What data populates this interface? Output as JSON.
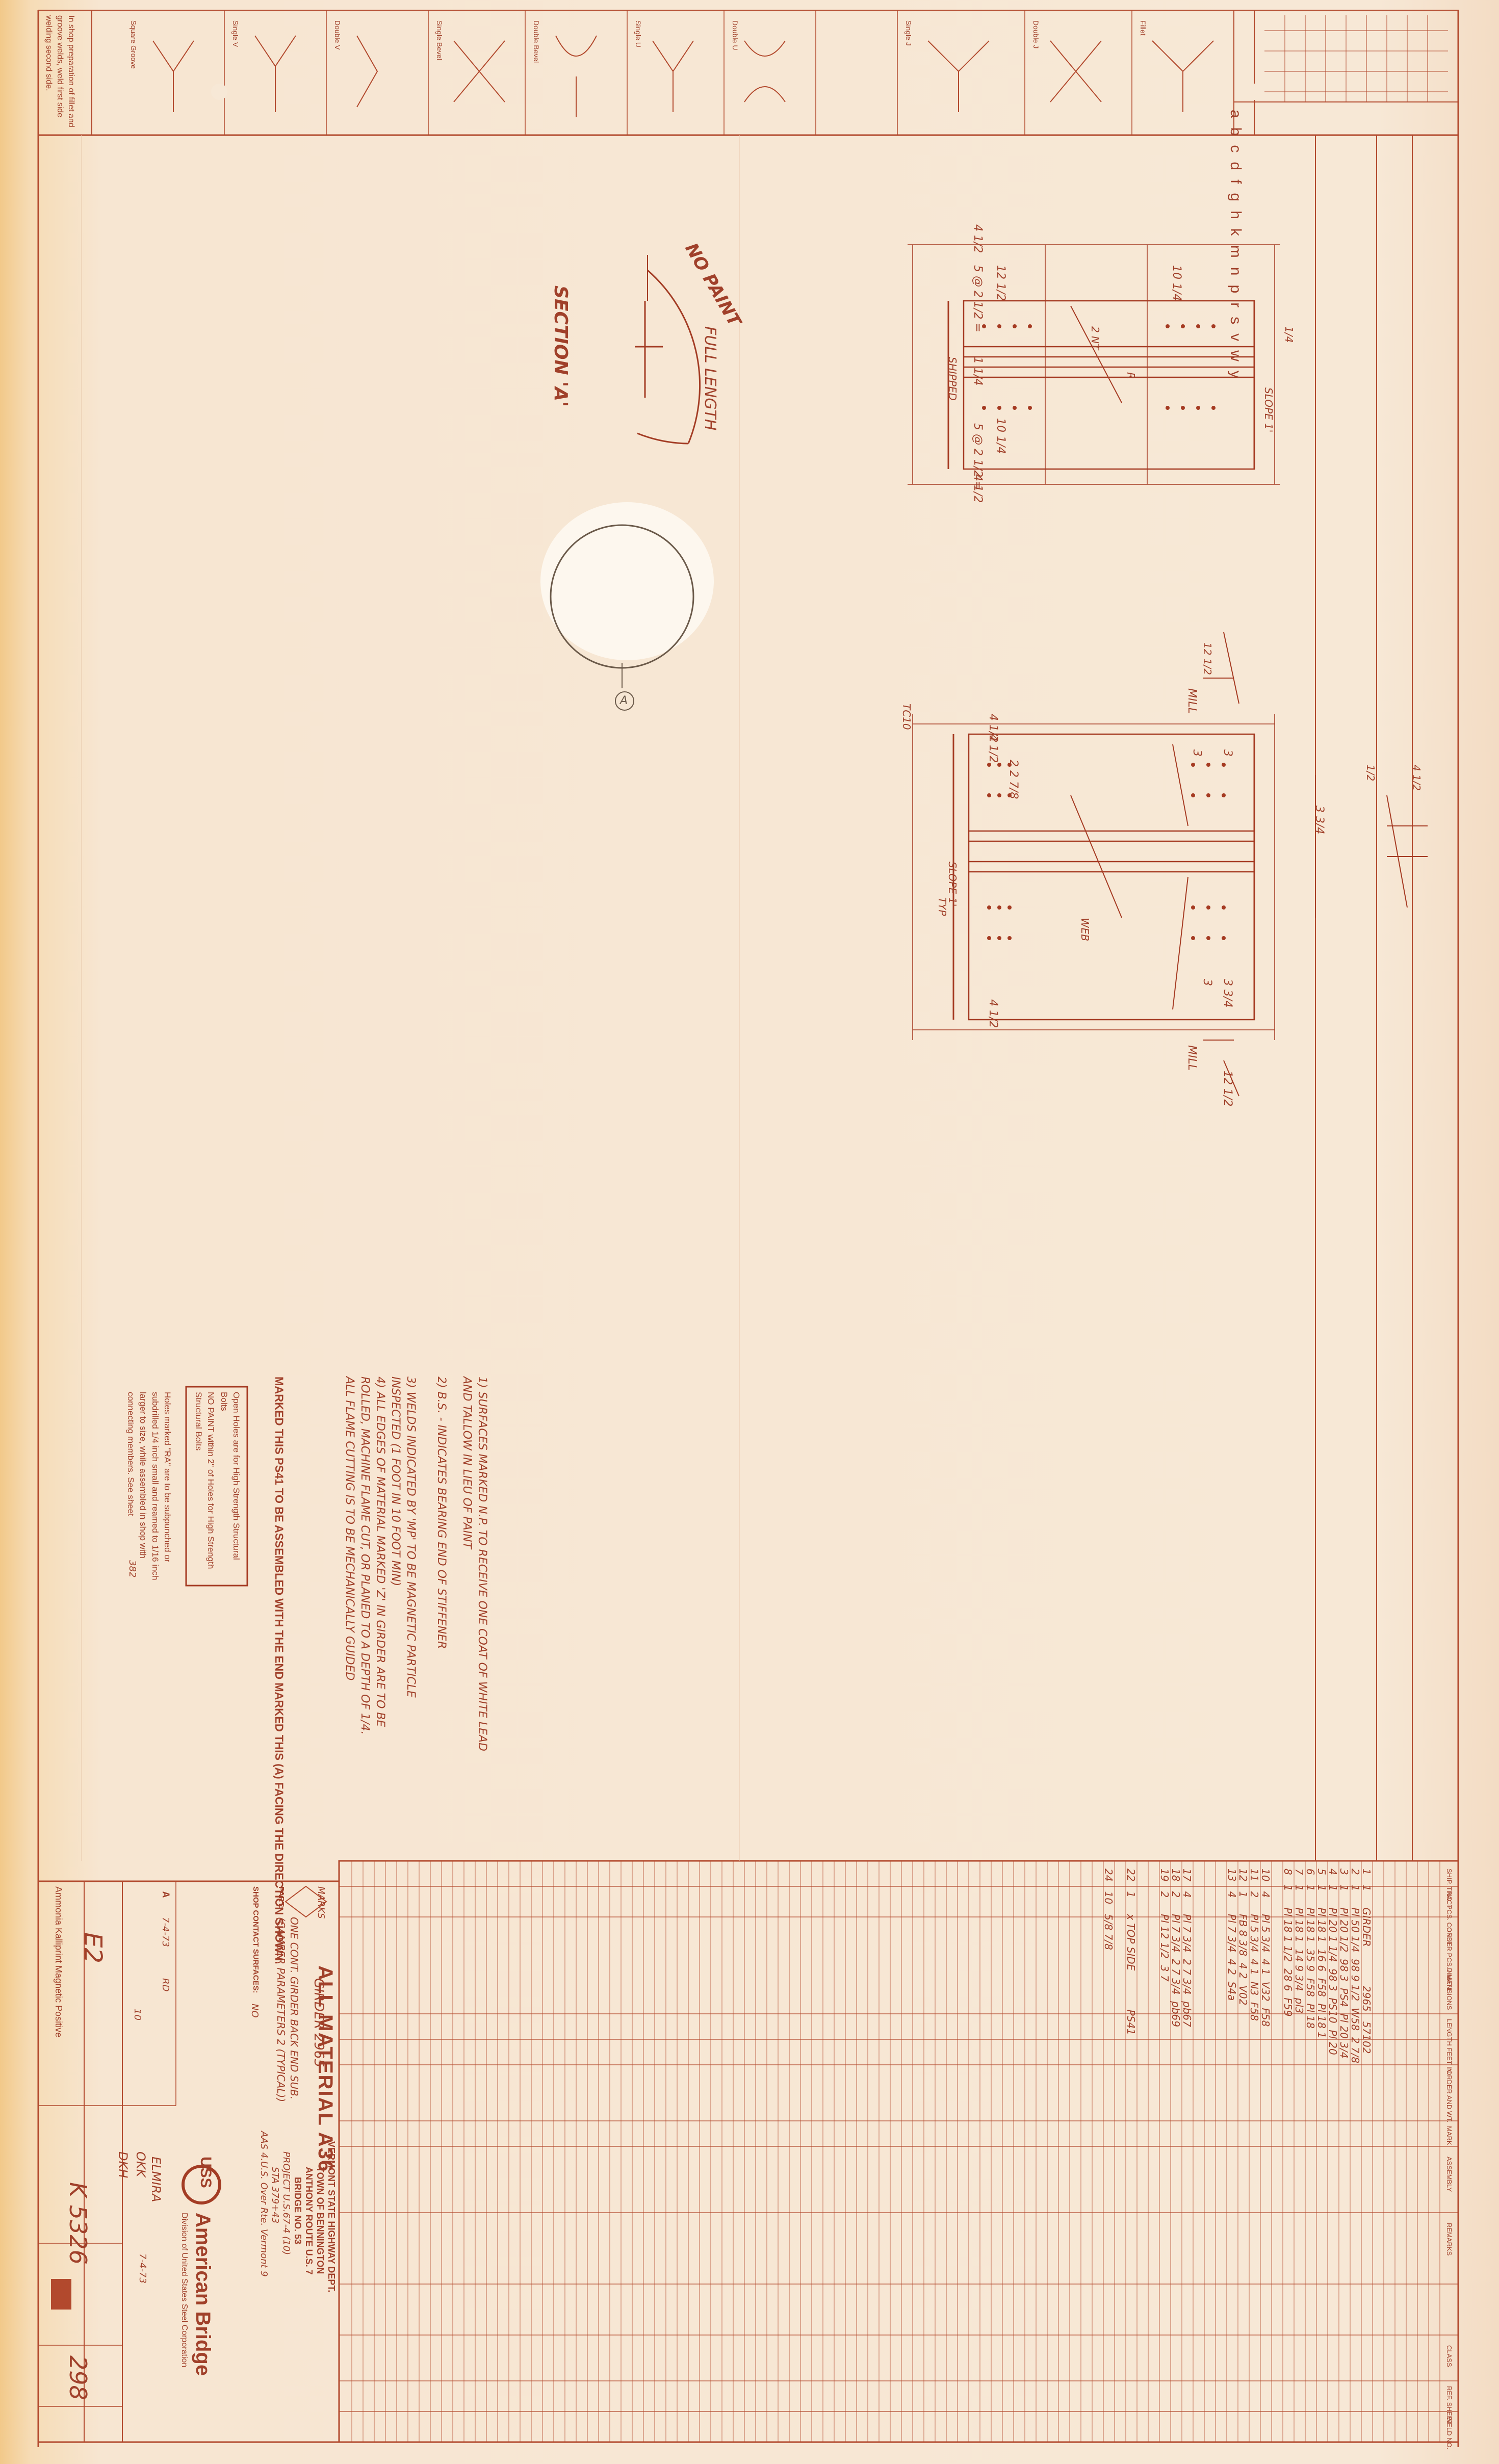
{
  "sheet": {
    "number": "298",
    "order_no": "K 5326",
    "erection_mark": "E2",
    "ink_color": "#9a3b22",
    "paper_color": "#f6e4cf"
  },
  "section": {
    "title": "SECTION 'A'",
    "note_top": "NO PAINT",
    "note_side": "FULL LENGTH",
    "detail_mark": "A"
  },
  "notes": {
    "items": [
      "1) SURFACES MARKED N.P. TO RECEIVE ONE COAT OF WHITE LEAD AND TALLOW IN LIEU OF PAINT",
      "2) B.S. - INDICATES BEARING END OF STIFFENER",
      "3) WELDS INDICATED BY 'MP' TO BE MAGNETIC PARTICLE INSPECTED (1 FOOT IN 10 FOOT MIN)",
      "4) ALL EDGES OF MATERIAL MARKED 'Z' IN GIRDER ARE TO BE ROLLED, MACHINE FLAME CUT, OR PLANED TO A DEPTH OF 1/4. ALL FLAME CUTTING IS TO BE MECHANICALLY GUIDED"
    ],
    "assembly_label": "MARKED THIS",
    "assembly_mark": "PS41",
    "assembly_text": "TO BE ASSEMBLED WITH THE END MARKED THIS (A) FACING THE DIRECTION SHOWN."
  },
  "bolt_box": {
    "lines": [
      "Open Holes are for High Strength Structural Bolts",
      "NO PAINT within 2\" of Holes for High Strength Structural Bolts",
      "Holes marked \"RA\" are to be subpunched or subdrilled 1/4 inch small and reamed to 1/16 inch larger to size, while assembled in shop with connecting members. See sheet"
    ],
    "sheet_ref": "382"
  },
  "material": {
    "header": [
      "SHIP. TRACT",
      "NO. PCS. CONST.",
      "ORDER PCS. / MAT'L",
      "DIMENSIONS",
      "LENGTH FEET IN.",
      "ORDER AND WT.",
      "MARK",
      "ASSEMBLY",
      "REMARKS",
      "CLASS",
      "REF. SHEET",
      "WELD NO."
    ],
    "rows": [
      {
        "no": "1",
        "pcs": "1",
        "dim": "GIRDER",
        "mark": "2965",
        "remark": "57102"
      },
      {
        "no": "2",
        "pcs": "1",
        "dim": "Pl 50 1/4",
        "len": "98 9 1/2",
        "mark": "W58",
        "remark": "2 7/8"
      },
      {
        "no": "3",
        "pcs": "1",
        "dim": "Pl 20 1/2",
        "len": "98 3",
        "mark": "PS4",
        "remark": "Pl 20 3/4"
      },
      {
        "no": "4",
        "pcs": "1",
        "dim": "Pl 20 1 1/4",
        "len": "98 3",
        "mark": "PS10",
        "remark": "Pl 20"
      },
      {
        "no": "5",
        "pcs": "1",
        "dim": "Pl 18 1",
        "len": "16 6",
        "mark": "F58",
        "remark": "Pl 18 1"
      },
      {
        "no": "6",
        "pcs": "1",
        "dim": "Pl 18 1",
        "len": "35 9",
        "mark": "F58",
        "remark": "Pl 18"
      },
      {
        "no": "7",
        "pcs": "1",
        "dim": "Pl 18 1",
        "len": "14 9 3/4",
        "mark": "pl3"
      },
      {
        "no": "8",
        "pcs": "1",
        "dim": "Pl 18 1 1/2",
        "len": "28 6",
        "mark": "F59"
      },
      {
        "no": "10",
        "pcs": "4",
        "dim": "Pl 5 3/4",
        "len": "4 1",
        "mark": "V32",
        "remark": "F58"
      },
      {
        "no": "11",
        "pcs": "2",
        "dim": "Pl 5 3/4",
        "len": "4 1",
        "mark": "N3",
        "remark": "F58"
      },
      {
        "no": "12",
        "pcs": "1",
        "dim": "FB 8 3/8",
        "len": "4 2",
        "mark": "V02"
      },
      {
        "no": "13",
        "pcs": "4",
        "dim": "Pl 7 3/4",
        "len": "4 2",
        "mark": "S4a"
      },
      {
        "no": "17",
        "pcs": "4",
        "dim": "Pl 7 3/4",
        "len": "2 7 3/4",
        "mark": "pb67"
      },
      {
        "no": "18",
        "pcs": "2",
        "dim": "Pl 7 3/4",
        "len": "2 7 3/4",
        "mark": "pb69"
      },
      {
        "no": "19",
        "pcs": "2",
        "dim": "Pl 12 1/2",
        "len": "3 7"
      },
      {
        "no": "22",
        "pcs": "1",
        "dim": "x TOP SIDE",
        "mark": "PS41"
      },
      {
        "no": "24",
        "pcs": "10",
        "dim": "5/8 7/8"
      }
    ],
    "all_material": "ALL MATERIAL A36"
  },
  "title_block": {
    "mark_label": "MARKS",
    "girder": "GIRDER 2965",
    "part_label": "PART:",
    "part": "ONE CONT. GIRDER BACK END SUB. (CAMBER PARAMETERS 2 (TYPICAL))",
    "shop_label": "SHOP CONTACT SURFACES:",
    "shop": "NO",
    "project": [
      "VERMONT STATE HIGHWAY DEPT.",
      "TOWN OF BENNINGTON",
      "ANTHONY ROUTE U.S. 7",
      "BRIDGE NO. 53",
      "PROJECT U.S.67-4 (10)",
      "STA 379+43",
      "AAS 4.U.S. Over Rte. Vermont 9"
    ],
    "drawn_by": "OKK",
    "checked_by": "DKH",
    "date": "7-4-73",
    "fabrication": "ELMIRA",
    "company": "American Bridge",
    "division": "Division of United States Steel Corporation",
    "logo_text": "USS",
    "stamp": "ORIGINAL",
    "revision": "A",
    "revision_date": "7-4-73",
    "revision_by": "RD",
    "sheet_rev": "10",
    "bottom_text": "Ammonia   Kalliprint   Magnetic Positive"
  },
  "weld_legend": {
    "letters": [
      "a",
      "b",
      "c",
      "d",
      "f",
      "g",
      "h",
      "k",
      "m",
      "n",
      "p",
      "r",
      "s",
      "v",
      "w",
      "y"
    ],
    "note": "In shop preparation of fillet and groove welds, weld first side welding second side.",
    "symbols": [
      "Square Groove",
      "Single V",
      "Double V",
      "Single Bevel",
      "Double Bevel",
      "Single U",
      "Double U",
      "Single J",
      "Double J",
      "Fillet"
    ]
  },
  "upper_detail": {
    "dims": [
      "4 1/2",
      "5 @ 2 1/2 =",
      "12 1/2",
      "1 1/4",
      "5 @ 2 1/2 =",
      "4 1/2",
      "10 1/4",
      "10 1/4"
    ],
    "callouts": [
      "SHIPPED",
      "2 NT",
      "SLOPE 1'",
      "1/4",
      "R"
    ]
  },
  "lower_detail": {
    "dims": [
      "4 1/2",
      "4 1/2",
      "4 1/2",
      "2 2 7/8",
      "3",
      "3",
      "3",
      "3 3/4",
      "3 3/4",
      "12 1/2"
    ],
    "callouts": [
      "MILL",
      "MILL",
      "SLOPE 1'",
      "WEB",
      "12 1/2",
      "TC10",
      "TYP",
      "4 1/2",
      "1/2"
    ]
  }
}
